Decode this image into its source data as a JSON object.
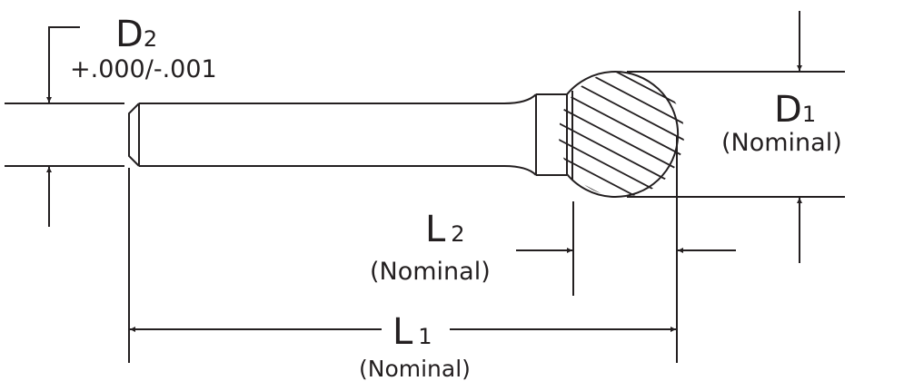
{
  "labels": {
    "d2": {
      "symbol": "D",
      "subscript": "2",
      "tolerance": "+.000/-.001"
    },
    "d1": {
      "symbol": "D",
      "subscript": "1",
      "note": "(Nominal)"
    },
    "l2": {
      "symbol": "L",
      "subscript": "2",
      "note": "(Nominal)"
    },
    "l1": {
      "symbol": "L",
      "subscript": "1",
      "note": "(Nominal)"
    }
  },
  "colors": {
    "line": "#231f20"
  }
}
